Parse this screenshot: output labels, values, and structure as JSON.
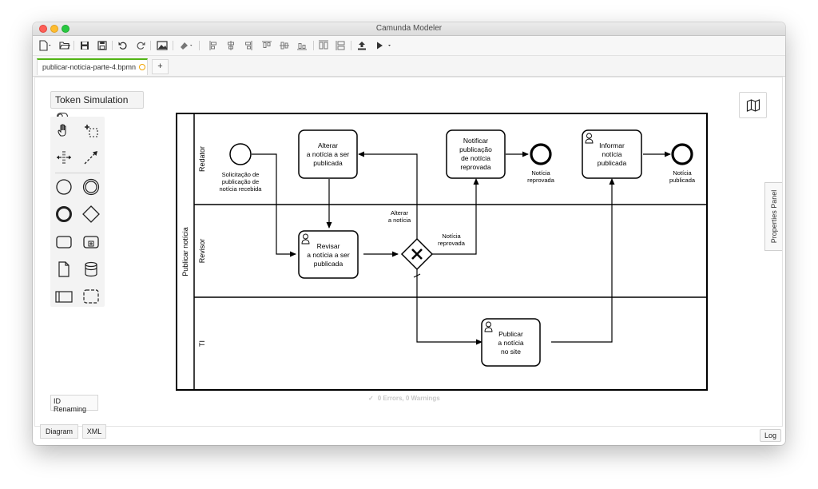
{
  "window": {
    "title": "Camunda Modeler"
  },
  "tabs": [
    {
      "label": "publicar-noticia-parte-4.bpmn",
      "unsaved": true
    }
  ],
  "new_tab_label": "+",
  "token_simulation": {
    "label": "Token Simulation"
  },
  "palette": {
    "icons": [
      "hand-tool-icon",
      "lasso-tool-icon",
      "space-tool-icon",
      "global-connect-icon",
      "start-event-icon",
      "intermediate-event-icon",
      "end-event-icon",
      "gateway-icon",
      "task-icon",
      "subprocess-icon",
      "data-object-icon",
      "data-store-icon",
      "participant-icon",
      "group-icon"
    ]
  },
  "diagram": {
    "pool": "Publicar notícia",
    "lanes": [
      "Redator",
      "Revisor",
      "TI"
    ],
    "start_event": "Solicitação de\npublicação de\nnotícia recebida",
    "tasks": {
      "alterar": [
        "Alterar",
        "a notícia a ser",
        "publicada"
      ],
      "revisar": [
        "Revisar",
        "a notícia a ser",
        "publicada"
      ],
      "notificar": [
        "Notificar",
        "publicação",
        "de notícia",
        "reprovada"
      ],
      "informar": [
        "Informar",
        "notícia",
        "publicada"
      ],
      "publicar": [
        "Publicar",
        "a notícia",
        "no site"
      ]
    },
    "end_reprovada": [
      "Notícia",
      "reprovada"
    ],
    "end_publicada": [
      "Notícia",
      "publicada"
    ],
    "flow_alterar": [
      "Alterar",
      "a notícia"
    ],
    "flow_reprovada": [
      "Notícia",
      "reprovada"
    ]
  },
  "properties_panel": {
    "label": "Properties Panel"
  },
  "id_renaming": {
    "label": "ID Renaming"
  },
  "status": {
    "text": "0 Errors, 0 Warnings"
  },
  "bottom_tabs": [
    "Diagram",
    "XML"
  ],
  "log": {
    "label": "Log"
  },
  "colors": {
    "accent": "#52b415",
    "unsaved": "#f0a400"
  }
}
